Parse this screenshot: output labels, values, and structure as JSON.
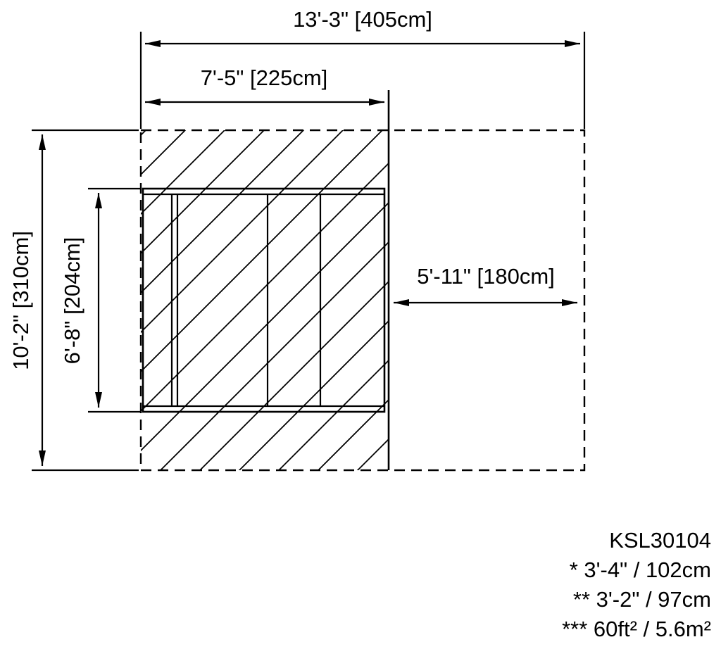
{
  "page": {
    "background": "#ffffff",
    "line_color": "#000000"
  },
  "diagram": {
    "dim_overall_width": "13'-3\" [405cm]",
    "dim_left_width": "7'-5\" [225cm]",
    "dim_overall_height": "10'-2\" [310cm]",
    "dim_structure_height": "6'-8\" [204cm]",
    "dim_right_clearance": "5'-11\" [180cm]"
  },
  "legend": {
    "model_code": "KSL30104",
    "note_1": "* 3'-4\" / 102cm",
    "note_2": "** 3'-2\" / 97cm",
    "note_3": "*** 60ft² / 5.6m²"
  }
}
